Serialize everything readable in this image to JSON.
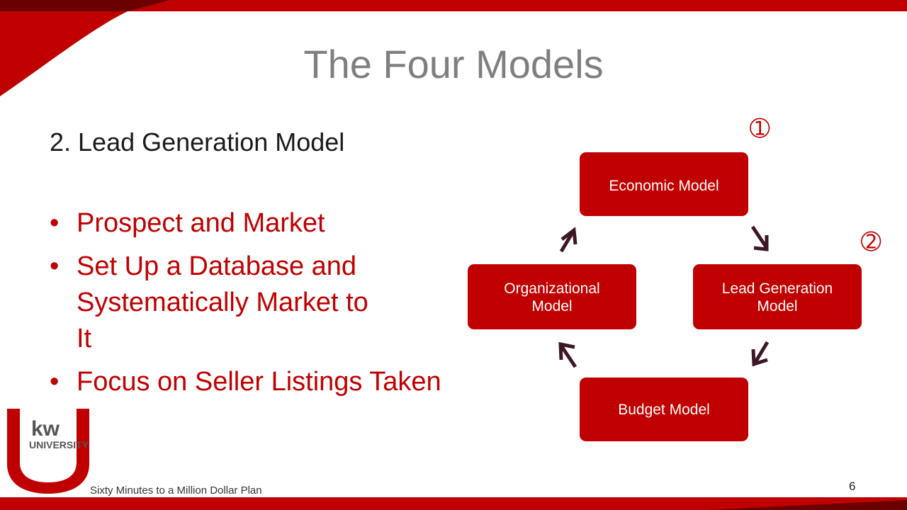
{
  "slide": {
    "title": "The Four Models",
    "section_heading": "2. Lead Generation Model",
    "bullets": [
      "Prospect and Market",
      "Set Up a Database and Systematically Market to It",
      "Focus on Seller Listings Taken"
    ],
    "cycle": {
      "economic_model": "Economic Model",
      "organizational_model": "Organizational Model",
      "lead_generation_model": "Lead Generation Model",
      "budget_model": "Budget Model",
      "marker_1": "➀",
      "marker_2": "➁"
    },
    "logo_text": "kw UNIVERSITY",
    "footer_text": "Sixty Minutes to a Million Dollar Plan",
    "page_number": "6"
  },
  "colors": {
    "accent": "#c00000",
    "dark_accent": "#6b0000",
    "arrow": "#3d1628",
    "title_gray": "#7f7f7f"
  },
  "icons": {
    "arrows": [
      "arrow-up-right-icon",
      "arrow-down-right-icon",
      "arrow-down-left-icon",
      "arrow-up-left-icon"
    ]
  }
}
